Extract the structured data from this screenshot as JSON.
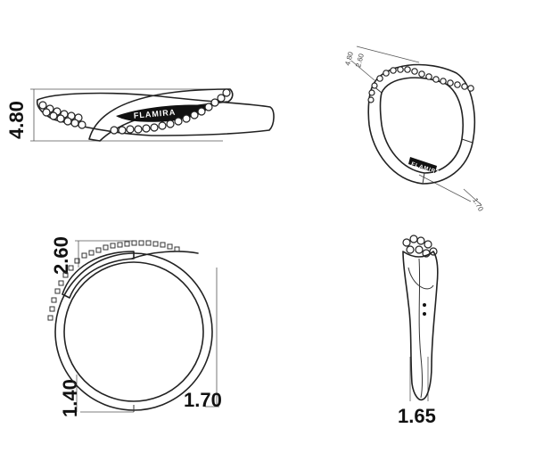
{
  "views": {
    "front": {
      "height_label": "4.80",
      "engraving": "FLAMIRA"
    },
    "perspective": {
      "labels": [
        "4.80",
        "2.60",
        "1.70"
      ],
      "engraving": "FLAMIRA"
    },
    "side_circle": {
      "top_label": "2.60",
      "bottom_left_label": "1.40",
      "bottom_right_label": "1.70"
    },
    "profile": {
      "width_label": "1.65"
    }
  }
}
